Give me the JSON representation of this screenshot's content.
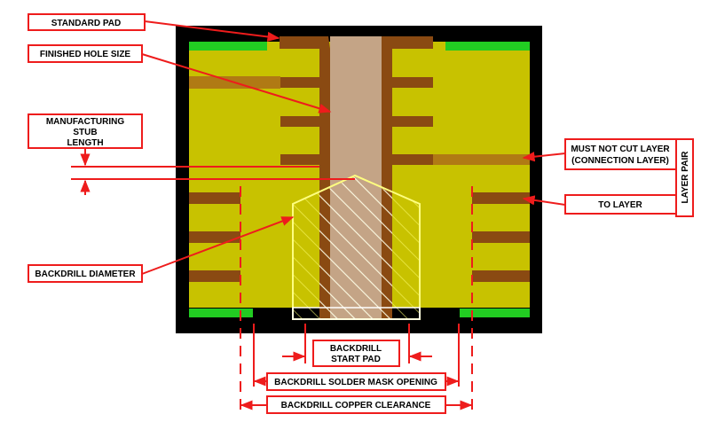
{
  "labels": {
    "standard_pad": "STANDARD PAD",
    "finished_hole_size": "FINISHED HOLE SIZE",
    "manufacturing_stub_length": [
      "MANUFACTURING",
      "STUB",
      "LENGTH"
    ],
    "backdrill_diameter": "BACKDRILL DIAMETER",
    "must_not_cut_layer": [
      "MUST NOT CUT LAYER",
      "(CONNECTION LAYER)"
    ],
    "to_layer": "TO LAYER",
    "layer_pair": "LAYER PAIR",
    "backdrill_start_pad": [
      "BACKDRILL",
      "START PAD"
    ],
    "backdrill_solder_mask_opening": "BACKDRILL SOLDER MASK OPENING",
    "backdrill_copper_clearance": "BACKDRILL COPPER CLEARANCE"
  },
  "colors": {
    "board_fill": "#c8c200",
    "board_outline": "#000000",
    "copper": "#8a4a12",
    "hole": "#c4a486",
    "solder_mask": "#22cc22",
    "callout": "#ee1c1c",
    "backdrill_outline": "#ffff80",
    "orange_layer": "#b07a14"
  }
}
